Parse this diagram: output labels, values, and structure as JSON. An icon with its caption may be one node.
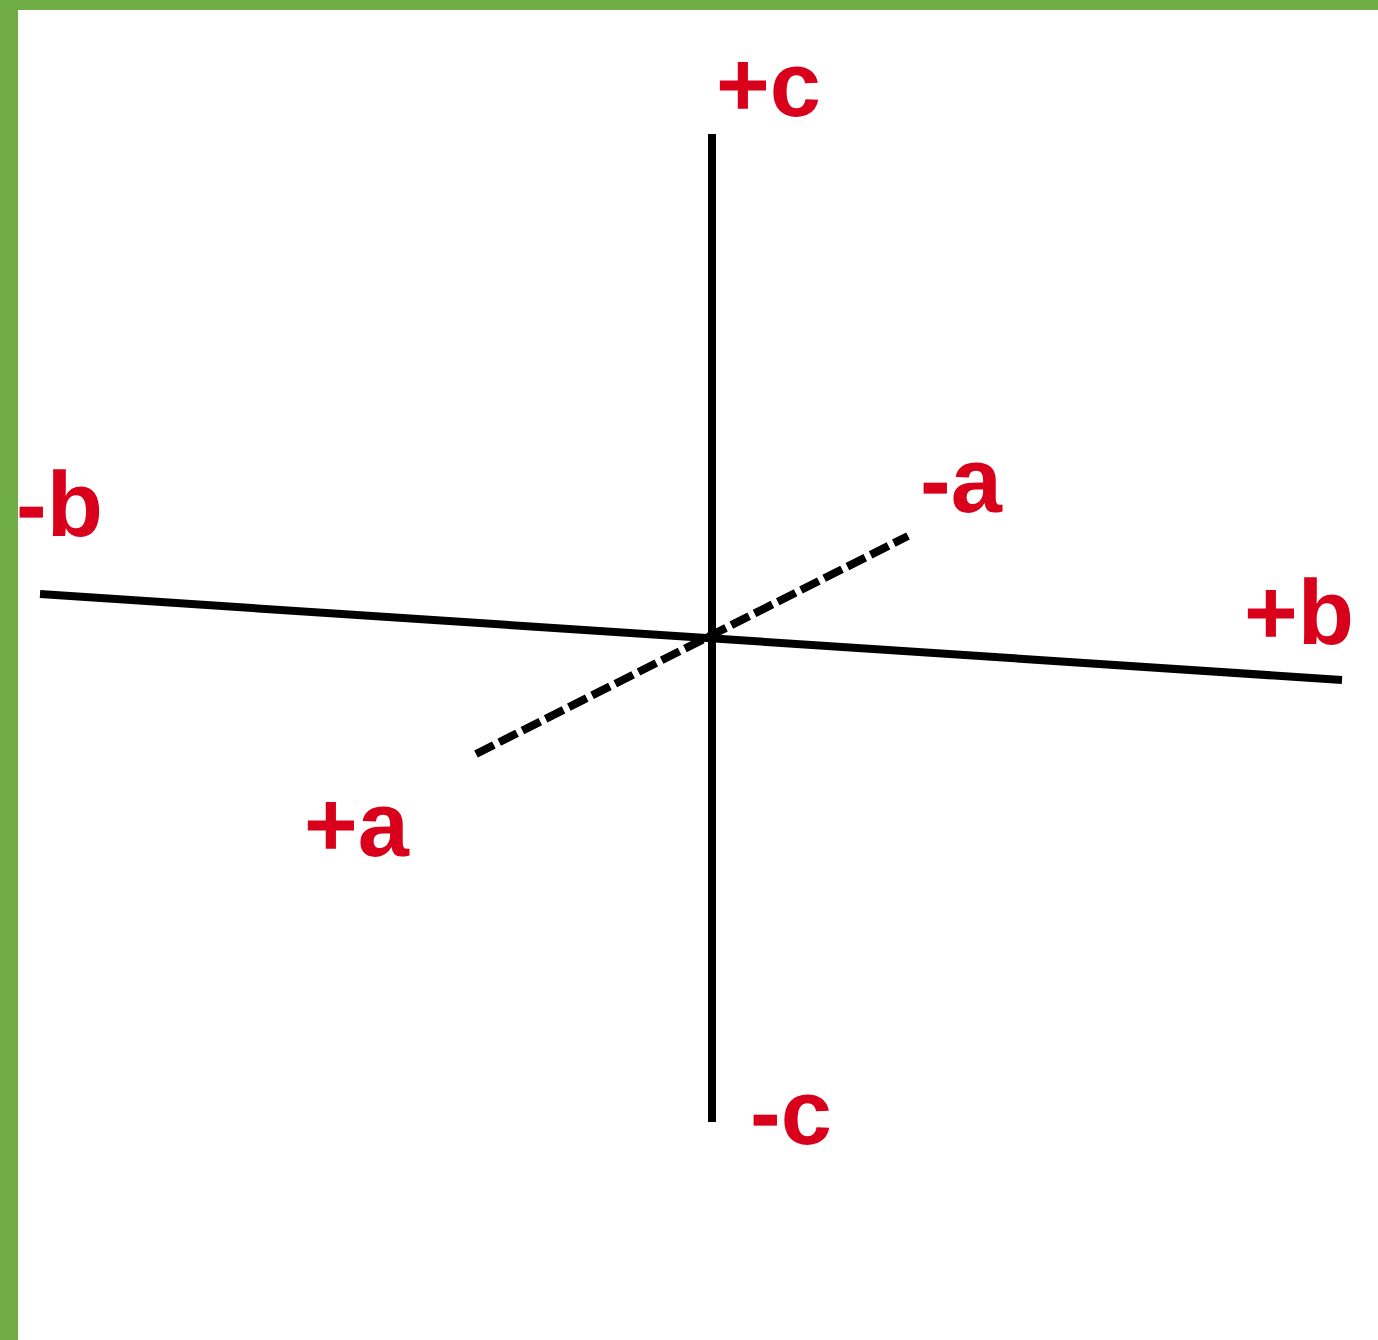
{
  "diagram": {
    "labels": [
      "+c",
      "-b",
      "-a",
      "+b",
      "+a",
      "-c"
    ]
  }
}
